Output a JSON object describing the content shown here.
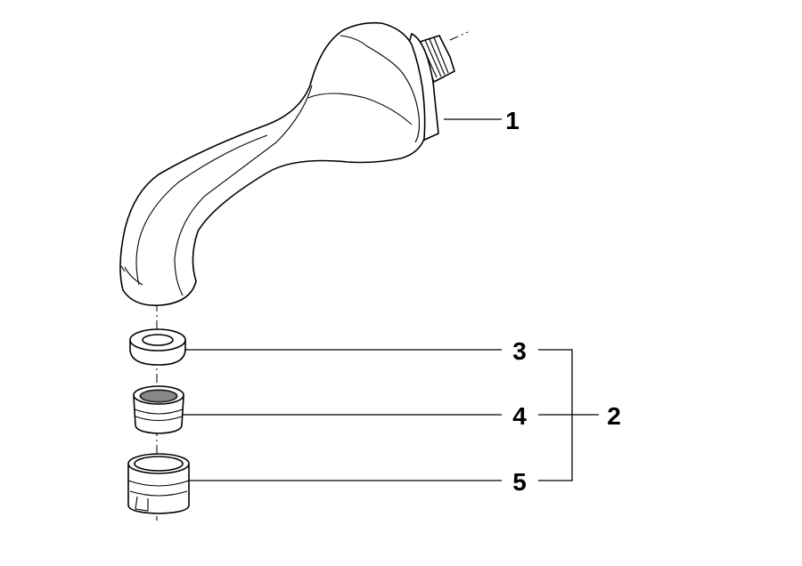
{
  "callouts": {
    "spout": "1",
    "set": "2",
    "washer": "3",
    "aerator_insert": "4",
    "aerator_housing": "5"
  }
}
